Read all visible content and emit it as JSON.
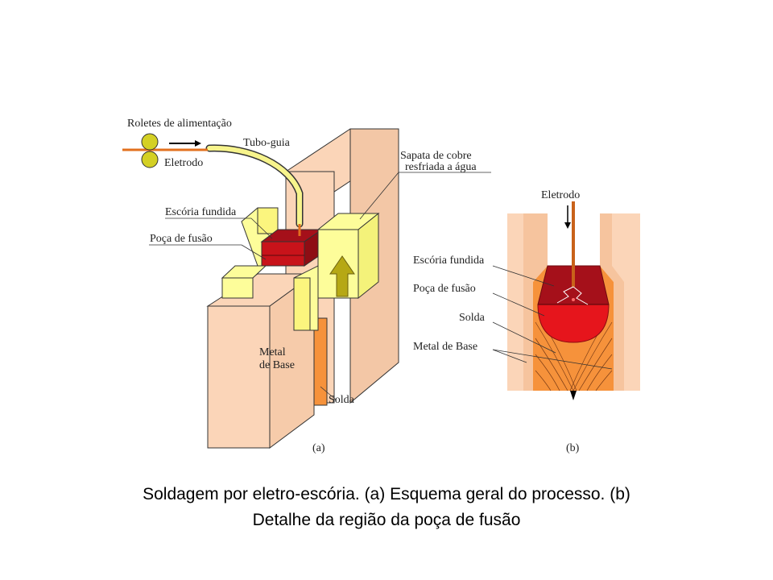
{
  "figure_a": {
    "labels": {
      "rollers": "Roletes de alimentação",
      "electrode": "Eletrodo",
      "guide_tube": "Tubo-guia",
      "copper_shoe_line1": "Sapata de cobre",
      "copper_shoe_line2": "resfriada a água",
      "molten_slag": "Escória fundida",
      "weld_pool": "Poça de fusão",
      "base_metal_line1": "Metal",
      "base_metal_line2": "de Base",
      "weld": "Solda"
    },
    "tag": "(a)"
  },
  "figure_b": {
    "labels": {
      "electrode": "Eletrodo",
      "molten_slag": "Escória fundida",
      "weld_pool": "Poça de fusão",
      "weld": "Solda",
      "base_metal": "Metal de Base"
    },
    "tag": "(b)"
  },
  "caption": {
    "line1": "Soldagem por eletro-escória. (a) Esquema geral do processo. (b)",
    "line2": "Detalhe da região da poça de fusão"
  },
  "colors": {
    "base_metal": "#fbd5b8",
    "copper_shoe": "#fdfd9a",
    "slag": "#c8131a",
    "weld": "#f6923b",
    "electrode": "#e2701e",
    "guide_tube": "#f7f48c"
  }
}
